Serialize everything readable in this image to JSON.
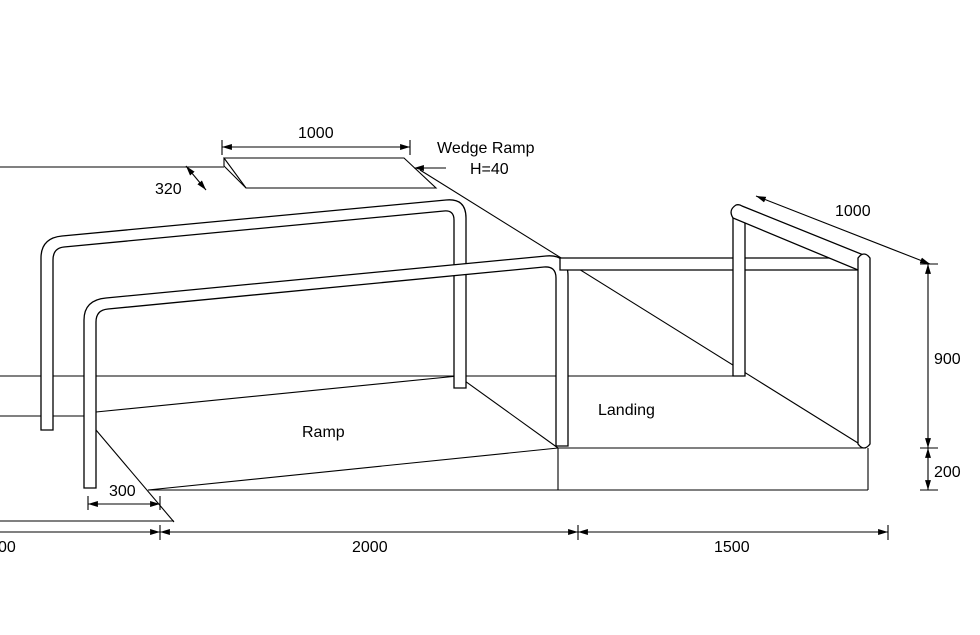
{
  "labels": {
    "wedge_ramp": "Wedge Ramp",
    "wedge_height": "H=40",
    "ramp": "Ramp",
    "landing": "Landing"
  },
  "dimensions": {
    "wedge_length": "1000",
    "wedge_width": "320",
    "rail_extension": "300",
    "left_partial": "00",
    "ramp_length": "2000",
    "landing_length": "1500",
    "landing_rail_length": "1000",
    "rail_height": "900",
    "landing_height": "200"
  }
}
